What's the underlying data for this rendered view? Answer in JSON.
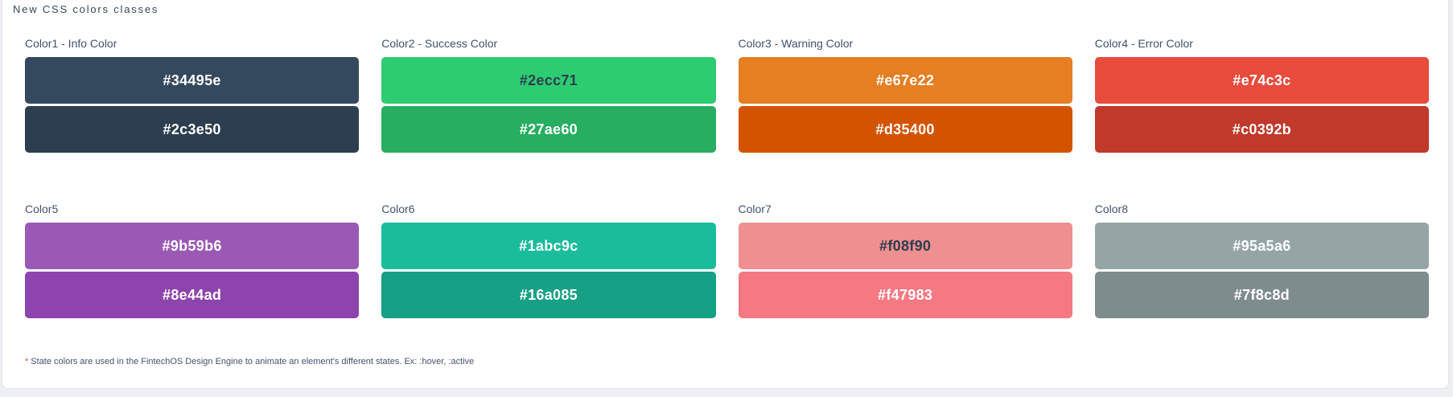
{
  "page": {
    "title": "New CSS colors classes",
    "footnote": {
      "asterisk": "*",
      "text": "State colors are used in the FintechOS Design Engine to animate an element's different states. Ex: :hover, :active"
    }
  },
  "colors": {
    "page_background": "#edeff2",
    "card_background": "#ffffff",
    "card_border": "#dfe3e8",
    "title_text": "#33475b",
    "label_text": "#42526e",
    "footnote_text": "#42526e",
    "footnote_asterisk": "#f0513f",
    "swatch_text_light": "#ffffff",
    "swatch_text_dark": "#2c3e50"
  },
  "groups": [
    {
      "label": "Color1 - Info Color",
      "swatches": [
        {
          "hex": "#34495e",
          "text_style": "light"
        },
        {
          "hex": "#2c3e50",
          "text_style": "light"
        }
      ]
    },
    {
      "label": "Color2 - Success Color",
      "swatches": [
        {
          "hex": "#2ecc71",
          "text_style": "dark"
        },
        {
          "hex": "#27ae60",
          "text_style": "light"
        }
      ]
    },
    {
      "label": "Color3 - Warning Color",
      "swatches": [
        {
          "hex": "#e67e22",
          "text_style": "light"
        },
        {
          "hex": "#d35400",
          "text_style": "light"
        }
      ]
    },
    {
      "label": "Color4 - Error Color",
      "swatches": [
        {
          "hex": "#e74c3c",
          "text_style": "light"
        },
        {
          "hex": "#c0392b",
          "text_style": "light"
        }
      ]
    },
    {
      "label": "Color5",
      "swatches": [
        {
          "hex": "#9b59b6",
          "text_style": "light"
        },
        {
          "hex": "#8e44ad",
          "text_style": "light"
        }
      ]
    },
    {
      "label": "Color6",
      "swatches": [
        {
          "hex": "#1abc9c",
          "text_style": "light"
        },
        {
          "hex": "#16a085",
          "text_style": "light"
        }
      ]
    },
    {
      "label": "Color7",
      "swatches": [
        {
          "hex": "#f08f90",
          "text_style": "dark"
        },
        {
          "hex": "#f47983",
          "text_style": "light"
        }
      ]
    },
    {
      "label": "Color8",
      "swatches": [
        {
          "hex": "#95a5a6",
          "text_style": "light"
        },
        {
          "hex": "#7f8c8d",
          "text_style": "light"
        }
      ]
    }
  ]
}
